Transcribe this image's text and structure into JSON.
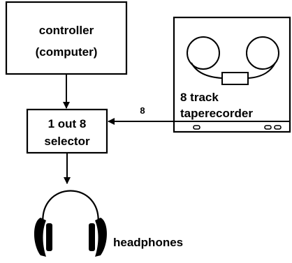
{
  "controller": {
    "line1": "controller",
    "line2": "(computer)"
  },
  "selector": {
    "line1": "1 out 8",
    "line2": "selector"
  },
  "recorder": {
    "line1": "8 track",
    "line2": "taperecorder"
  },
  "connection_label": "8",
  "headphones_label": "headphones"
}
